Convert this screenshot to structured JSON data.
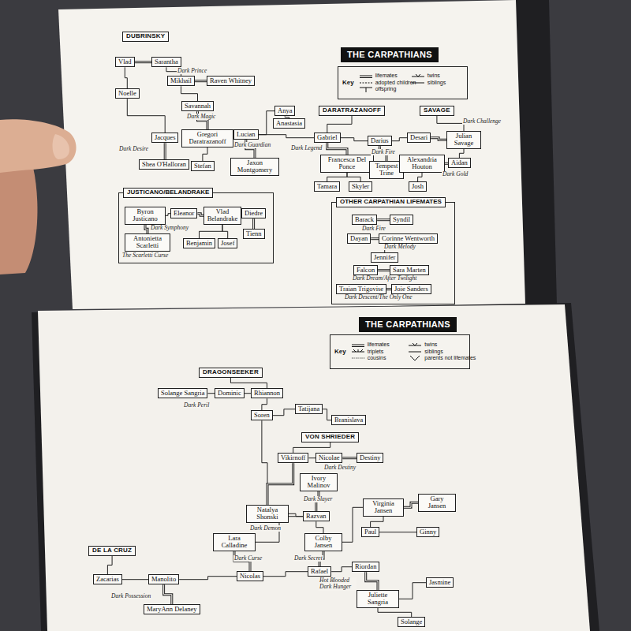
{
  "diagram": {
    "title": "THE CARPATHIANS",
    "nodes": [
      {
        "text": [
          "DUBRINSKY"
        ]
      },
      {
        "text": [
          "Vlad"
        ]
      },
      {
        "text": [
          "Sarantha"
        ]
      },
      {
        "text": [
          "Noelle"
        ]
      },
      {
        "text": [
          "Mikhail"
        ]
      },
      {
        "text": [
          "Raven Whitney"
        ]
      },
      {
        "text": [
          "Savannah"
        ]
      },
      {
        "text": [
          "Jacques"
        ]
      },
      {
        "text": [
          "Shea O'Halloran"
        ]
      },
      {
        "text": [
          "Gregori Daratrazanoff"
        ]
      },
      {
        "text": [
          "Stefan"
        ]
      },
      {
        "text": [
          "Lucian"
        ]
      },
      {
        "text": [
          "Jaxon Montgomery"
        ]
      },
      {
        "text": [
          "Anya"
        ]
      },
      {
        "text": [
          "Anastasia"
        ]
      },
      {
        "text": [
          "DARATRAZANOFF"
        ]
      },
      {
        "text": [
          "SAVAGE"
        ]
      },
      {
        "text": [
          "Gabriel"
        ]
      },
      {
        "text": [
          "Francesca Del Ponce"
        ]
      },
      {
        "text": [
          "Tamara"
        ]
      },
      {
        "text": [
          "Skyler"
        ]
      },
      {
        "text": [
          "Darius"
        ]
      },
      {
        "text": [
          "Tempest Trine"
        ]
      },
      {
        "text": [
          "Desari"
        ]
      },
      {
        "text": [
          "Julian Savage"
        ]
      },
      {
        "text": [
          "Alexandria Houton"
        ]
      },
      {
        "text": [
          "Aidan"
        ]
      },
      {
        "text": [
          "Josh"
        ]
      },
      {
        "text": [
          "JUSTICANO/BELANDRAKE"
        ]
      },
      {
        "text": [
          "Byron Justicano"
        ],
        "in": 28
      },
      {
        "text": [
          "Antonietta Scarletti"
        ],
        "in": 28
      },
      {
        "text": [
          "Eleanor"
        ],
        "in": 28
      },
      {
        "text": [
          "Vlad Belandrake"
        ],
        "in": 28
      },
      {
        "text": [
          "Diedre"
        ],
        "in": 28
      },
      {
        "text": [
          "Tienn"
        ],
        "in": 28
      },
      {
        "text": [
          "Benjamin"
        ],
        "in": 28
      },
      {
        "text": [
          "Josef"
        ],
        "in": 28
      },
      {
        "text": [
          "OTHER CARPATHIAN LIFEMATES"
        ]
      },
      {
        "text": [
          "Barack"
        ],
        "in": 37
      },
      {
        "text": [
          "Syndil"
        ],
        "in": 37
      },
      {
        "text": [
          "Dayan"
        ],
        "in": 37
      },
      {
        "text": [
          "Corinne Wentworth"
        ],
        "in": 37
      },
      {
        "text": [
          "Jennifer"
        ],
        "in": 37
      },
      {
        "text": [
          "Falcon"
        ],
        "in": 37
      },
      {
        "text": [
          "Sara Marten"
        ],
        "in": 37
      },
      {
        "text": [
          "Traian Trigovise"
        ],
        "in": 37
      },
      {
        "text": [
          "Joie Sanders"
        ],
        "in": 37
      },
      {
        "text": [
          "DRAGONSEEKER"
        ]
      },
      {
        "text": [
          "Solange Sangria"
        ]
      },
      {
        "text": [
          "Dominic"
        ]
      },
      {
        "text": [
          "Rhiannon"
        ]
      },
      {
        "text": [
          "Soren"
        ]
      },
      {
        "text": [
          "Tatijana"
        ]
      },
      {
        "text": [
          "Branislava"
        ]
      },
      {
        "text": [
          "VON SHRIEDER"
        ]
      },
      {
        "text": [
          "Vikirnoff"
        ]
      },
      {
        "text": [
          "Nicolae"
        ]
      },
      {
        "text": [
          "Destiny"
        ]
      },
      {
        "text": [
          "Ivory Malinov"
        ]
      },
      {
        "text": [
          "Natalya Shonski"
        ]
      },
      {
        "text": [
          "Razvan"
        ]
      },
      {
        "text": [
          "Virginia Jansen"
        ]
      },
      {
        "text": [
          "Gary Jansen"
        ]
      },
      {
        "text": [
          "Lara Calladine"
        ]
      },
      {
        "text": [
          "Colby Jansen"
        ]
      },
      {
        "text": [
          "Paul"
        ]
      },
      {
        "text": [
          "Ginny"
        ]
      },
      {
        "text": [
          "DE LA CRUZ"
        ]
      },
      {
        "text": [
          "Zacarias"
        ]
      },
      {
        "text": [
          "Manolito"
        ]
      },
      {
        "text": [
          "MaryAnn Delaney"
        ]
      },
      {
        "text": [
          "Nicolas"
        ]
      },
      {
        "text": [
          "Rafael"
        ]
      },
      {
        "text": [
          "Riordan"
        ]
      },
      {
        "text": [
          "Juliette Sangria"
        ]
      },
      {
        "text": [
          "Jasmine"
        ]
      },
      {
        "text": [
          "Solange"
        ]
      }
    ],
    "edges": [
      {
        "from": 1,
        "to": 2,
        "arrow": "none"
      },
      {
        "from": 1,
        "to": 3,
        "arrow": "none"
      },
      {
        "from": 2,
        "to": 4,
        "arrow": "none"
      },
      {
        "from": 3,
        "to": 7,
        "arrow": "none"
      },
      {
        "from": 4,
        "to": 5,
        "arrow": "none"
      },
      {
        "from": 4,
        "to": 6,
        "arrow": "none"
      },
      {
        "from": 6,
        "to": 9,
        "arrow": "none"
      },
      {
        "from": 7,
        "to": 8,
        "arrow": "none"
      },
      {
        "from": 9,
        "to": 10,
        "arrow": "none"
      },
      {
        "from": 9,
        "to": 11,
        "arrow": "none"
      },
      {
        "from": 11,
        "to": 12,
        "arrow": "none"
      },
      {
        "from": 11,
        "to": 13,
        "arrow": "none"
      },
      {
        "from": 13,
        "to": 14,
        "arrow": "none"
      },
      {
        "from": 11,
        "to": 17,
        "arrow": "none"
      },
      {
        "from": 15,
        "to": 17,
        "arrow": "none"
      },
      {
        "from": 17,
        "to": 18,
        "arrow": "none"
      },
      {
        "from": 18,
        "to": 19,
        "arrow": "none"
      },
      {
        "from": 18,
        "to": 20,
        "arrow": "none"
      },
      {
        "from": 17,
        "to": 21,
        "arrow": "none"
      },
      {
        "from": 21,
        "to": 22,
        "arrow": "none"
      },
      {
        "from": 21,
        "to": 23,
        "arrow": "none"
      },
      {
        "from": 16,
        "to": 24,
        "arrow": "none"
      },
      {
        "from": 23,
        "to": 24,
        "arrow": "none"
      },
      {
        "from": 24,
        "to": 26,
        "arrow": "none"
      },
      {
        "from": 25,
        "to": 26,
        "arrow": "none"
      },
      {
        "from": 25,
        "to": 27,
        "arrow": "none"
      },
      {
        "from": 29,
        "to": 30,
        "arrow": "none"
      },
      {
        "from": 29,
        "to": 31,
        "arrow": "none"
      },
      {
        "from": 31,
        "to": 32,
        "arrow": "none"
      },
      {
        "from": 32,
        "to": 33,
        "arrow": "none"
      },
      {
        "from": 33,
        "to": 34,
        "arrow": "none"
      },
      {
        "from": 32,
        "to": 35,
        "arrow": "none"
      },
      {
        "from": 32,
        "to": 36,
        "arrow": "none"
      },
      {
        "from": 38,
        "to": 39,
        "arrow": "none"
      },
      {
        "from": 40,
        "to": 41,
        "arrow": "none"
      },
      {
        "from": 41,
        "to": 42,
        "arrow": "none"
      },
      {
        "from": 43,
        "to": 44,
        "arrow": "none"
      },
      {
        "from": 45,
        "to": 46,
        "arrow": "none"
      },
      {
        "from": 48,
        "to": 49,
        "arrow": "none"
      },
      {
        "from": 49,
        "to": 50,
        "arrow": "none"
      },
      {
        "from": 47,
        "to": 50,
        "arrow": "none"
      },
      {
        "from": 50,
        "to": 51,
        "arrow": "none"
      },
      {
        "from": 51,
        "to": 52,
        "arrow": "none"
      },
      {
        "from": 52,
        "to": 53,
        "arrow": "none"
      },
      {
        "from": 51,
        "to": 59,
        "arrow": "none"
      },
      {
        "from": 54,
        "to": 55,
        "arrow": "none"
      },
      {
        "from": 55,
        "to": 56,
        "arrow": "none"
      },
      {
        "from": 56,
        "to": 57,
        "arrow": "none"
      },
      {
        "from": 55,
        "to": 59,
        "arrow": "none"
      },
      {
        "from": 58,
        "to": 60,
        "arrow": "none"
      },
      {
        "from": 59,
        "to": 60,
        "arrow": "none"
      },
      {
        "from": 60,
        "to": 63,
        "arrow": "none"
      },
      {
        "from": 60,
        "to": 64,
        "arrow": "none"
      },
      {
        "from": 61,
        "to": 62,
        "arrow": "none"
      },
      {
        "from": 61,
        "to": 64,
        "arrow": "none"
      },
      {
        "from": 61,
        "to": 65,
        "arrow": "none"
      },
      {
        "from": 65,
        "to": 66,
        "arrow": "none"
      },
      {
        "from": 63,
        "to": 71,
        "arrow": "none"
      },
      {
        "from": 64,
        "to": 72,
        "arrow": "none"
      },
      {
        "from": 67,
        "to": 68,
        "arrow": "none"
      },
      {
        "from": 68,
        "to": 69,
        "arrow": "none"
      },
      {
        "from": 69,
        "to": 71,
        "arrow": "none"
      },
      {
        "from": 71,
        "to": 72,
        "arrow": "none"
      },
      {
        "from": 72,
        "to": 73,
        "arrow": "none"
      },
      {
        "from": 69,
        "to": 70,
        "arrow": "none"
      },
      {
        "from": 73,
        "to": 74,
        "arrow": "none"
      },
      {
        "from": 74,
        "to": 75,
        "arrow": "none"
      },
      {
        "from": 74,
        "to": 76,
        "arrow": "none"
      }
    ],
    "labels": [
      "Dark Prince",
      "Dark Magic",
      "Dark Desire",
      "Dark Guardian",
      "Dark Legend",
      "Dark Fire",
      "Dark Challenge",
      "Dark Gold",
      "Key",
      "Dark Symphony",
      "The Scarletti Curse",
      "Dark Fire",
      "Dark Melody",
      "Dark Dream/After Twilight",
      "Dark Descent/The Only One",
      "THE CARPATHIANS",
      "Key",
      "Dark Peril",
      "Dark Destiny",
      "Dark Slayer",
      "Dark Demon",
      "Dark Curse",
      "Dark Secret",
      "Dark Possession",
      "Hot Blooded Dark Hunger"
    ],
    "legend": [
      {
        "text": "lifemates"
      },
      {
        "text": "twins"
      },
      {
        "text": "adopted children"
      },
      {
        "text": "siblings"
      },
      {
        "text": "offspring"
      },
      {
        "text": "lifemates"
      },
      {
        "text": "twins"
      },
      {
        "text": "triplets"
      },
      {
        "text": "siblings"
      },
      {
        "text": "cousins"
      },
      {
        "text": "parents not lifemates"
      }
    ]
  }
}
